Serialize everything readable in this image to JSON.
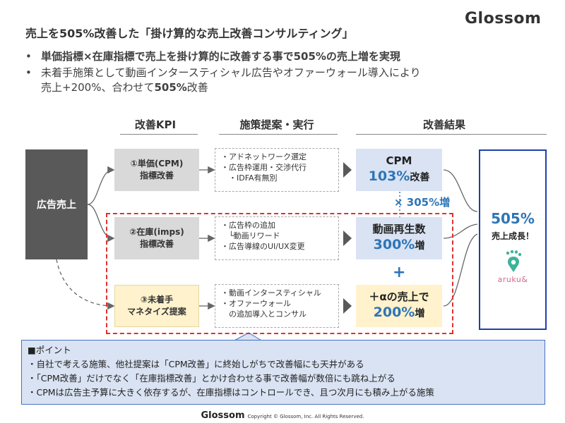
{
  "slide": {
    "title": "売上を505%改善した「掛け算的な売上改善コンサルティング」",
    "logo": "Glossom"
  },
  "bullets": [
    {
      "pre": "単価指標×在庫指標で売上を掛け算的に改善する事で505%の売上増を実現",
      "bold": "",
      "post": ""
    },
    {
      "pre": "未着手施策として動画インタースティシャル広告やオファーウォール導入により",
      "bold": "",
      "post": ""
    },
    {
      "pre": "売上+200%、合わせて",
      "bold": "505%",
      "post": "改善"
    }
  ],
  "columns": {
    "kpi": "改善KPI",
    "measures": "施策提案・実行",
    "results": "改善結果"
  },
  "source_box": {
    "label": "広告売上"
  },
  "kpis": [
    {
      "line1": "①単価(CPM)",
      "line2": "指標改善"
    },
    {
      "line1": "②在庫(imps)",
      "line2": "指標改善"
    },
    {
      "line1": "③未着手",
      "line2": "マネタイズ提案"
    }
  ],
  "measures": [
    [
      "・アドネットワーク選定",
      "・広告枠運用・交渉代行",
      "　・IDFA有無別"
    ],
    [
      "・広告枠の追加",
      "　└動画リワード",
      "・広告導線のUI/UX変更"
    ],
    [
      "・動画インタースティシャル",
      "・オファーウォール",
      "　の追加導入とコンサル"
    ]
  ],
  "results": [
    {
      "top": "CPM",
      "big": "103%",
      "suffix": "改善"
    },
    {
      "top": "動画再生数",
      "big": "300%",
      "suffix": "増"
    },
    {
      "top": "＋αの売上で",
      "big": "200%",
      "suffix": "増"
    }
  ],
  "operators": {
    "times": "× 305%増",
    "plus": "+"
  },
  "final": {
    "pct": "505%",
    "label": "売上成長！",
    "brand": "aruku&"
  },
  "point": {
    "heading": "■ポイント",
    "lines": [
      "・自社で考える施策、他社提案は「CPM改善」に終始しがちで改善幅にも天井がある",
      "・「CPM改善」だけでなく「在庫指標改善」とかけ合わせる事で改善幅が数倍にも跳ね上がる",
      "・CPMは広告主予算に大きく依存するが、在庫指標はコントロールでき、且つ次月にも積み上がる施策"
    ]
  },
  "footer": {
    "brand": "Glossom",
    "copyright": "Copyright © Glossom, Inc. All Rights Reserved."
  },
  "colors": {
    "accent_blue": "#2e75b6",
    "final_border": "#1f3fa8",
    "highlight_red": "#e03030",
    "result_blue_bg": "#dae3f3",
    "result_yellow_bg": "#fff2cc",
    "source_grey": "#595959"
  }
}
